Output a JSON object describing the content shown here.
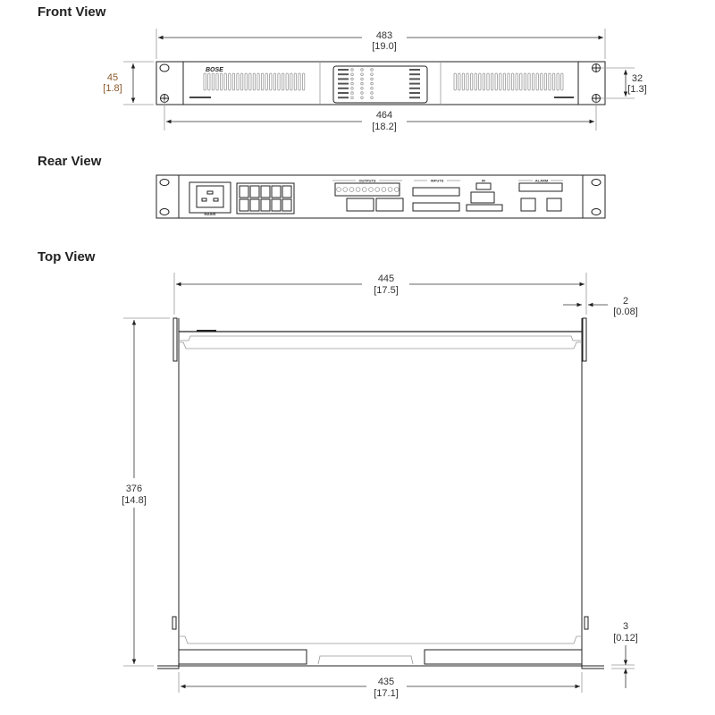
{
  "sections": {
    "front": "Front View",
    "rear": "Rear View",
    "top": "Top View"
  },
  "front_view": {
    "width": {
      "mm": "483",
      "in": "[19.0]"
    },
    "height": {
      "mm": "45",
      "in": "[1.8]"
    },
    "hole_spacing_v": {
      "mm": "32",
      "in": "[1.3]"
    },
    "hole_spacing_h": {
      "mm": "464",
      "in": "[18.2]"
    },
    "brand": "BOSE"
  },
  "rear_view": {
    "labels": {
      "outputs": "OUTPUTS",
      "inputs": "INPUTS",
      "ir": "IR",
      "alarm": "ALARM",
      "mains": "MAINS"
    }
  },
  "top_view": {
    "width": {
      "mm": "445",
      "in": "[17.5]"
    },
    "depth": {
      "mm": "376",
      "in": "[14.8]"
    },
    "ear_thickness": {
      "mm": "2",
      "in": "[0.08]"
    },
    "flange": {
      "mm": "3",
      "in": "[0.12]"
    },
    "inner_width": {
      "mm": "435",
      "in": "[17.1]"
    }
  },
  "colors": {
    "accent_dim": "#8a5a2b",
    "line": "#222222"
  }
}
